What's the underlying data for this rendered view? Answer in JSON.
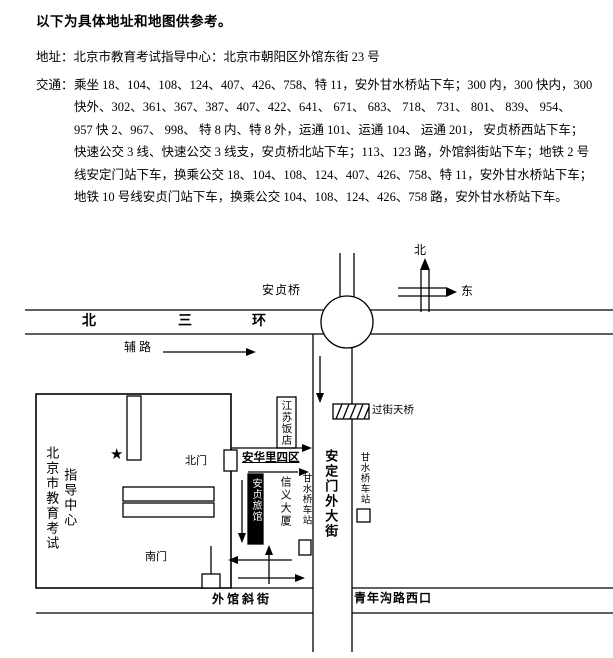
{
  "doc": {
    "intro": "以下为具体地址和地图供参考。",
    "address": {
      "label": "地址：",
      "text": "北京市教育考试指导中心：北京市朝阳区外馆东街 23 号"
    },
    "transport": {
      "label": "交通：",
      "lines": [
        "乘坐 18、104、108、124、407、426、758、特 11，安外甘水桥站下车；300 内，300 快内，300",
        "快外、302、361、367、387、407、422、641、 671、 683、 718、 731、 801、 839、 954、",
        "957 快 2、967、 998、 特 8 内、特 8 外，运通 101、运通 104、 运通 201， 安贞桥西站下车；",
        "快速公交 3 线、快速公交 3 线支，安贞桥北站下车；113、123 路，外馆斜街站下车；地铁 2 号",
        "线安定门站下车，换乘公交 18、104、108、124、407、426、758、特 11，安外甘水桥站下车；",
        "地铁 10 号线安贞门站下车，换乘公交 104、108、124、426、758 路，安外甘水桥站下车。"
      ]
    }
  },
  "map": {
    "compass": {
      "north": "北",
      "east": "东"
    },
    "anzhen_bridge": "安贞桥",
    "ring_road": [
      "北",
      "三",
      "环"
    ],
    "auxiliary_road": "辅 路",
    "overpass": "过街天桥",
    "jiangsu_hotel": "江苏饭店",
    "exam_center_line1": "北京市教育考试",
    "exam_center_line2": "指导中心",
    "star": "★",
    "north_gate": "北门",
    "south_gate": "南门",
    "anhuali_block4": "安华里四区",
    "anzhen_hostel": "安贞旅馆",
    "xinyi_tower": "信义大厦",
    "ganshuiqiao_stop_west": "甘水桥车站",
    "ganshuiqiao_stop_east": "甘水桥车站",
    "andingmenwai_street": "安定门外大街",
    "waiguan_xiejie": "外馆斜街",
    "qingniangou_west": "青年沟路西口"
  }
}
